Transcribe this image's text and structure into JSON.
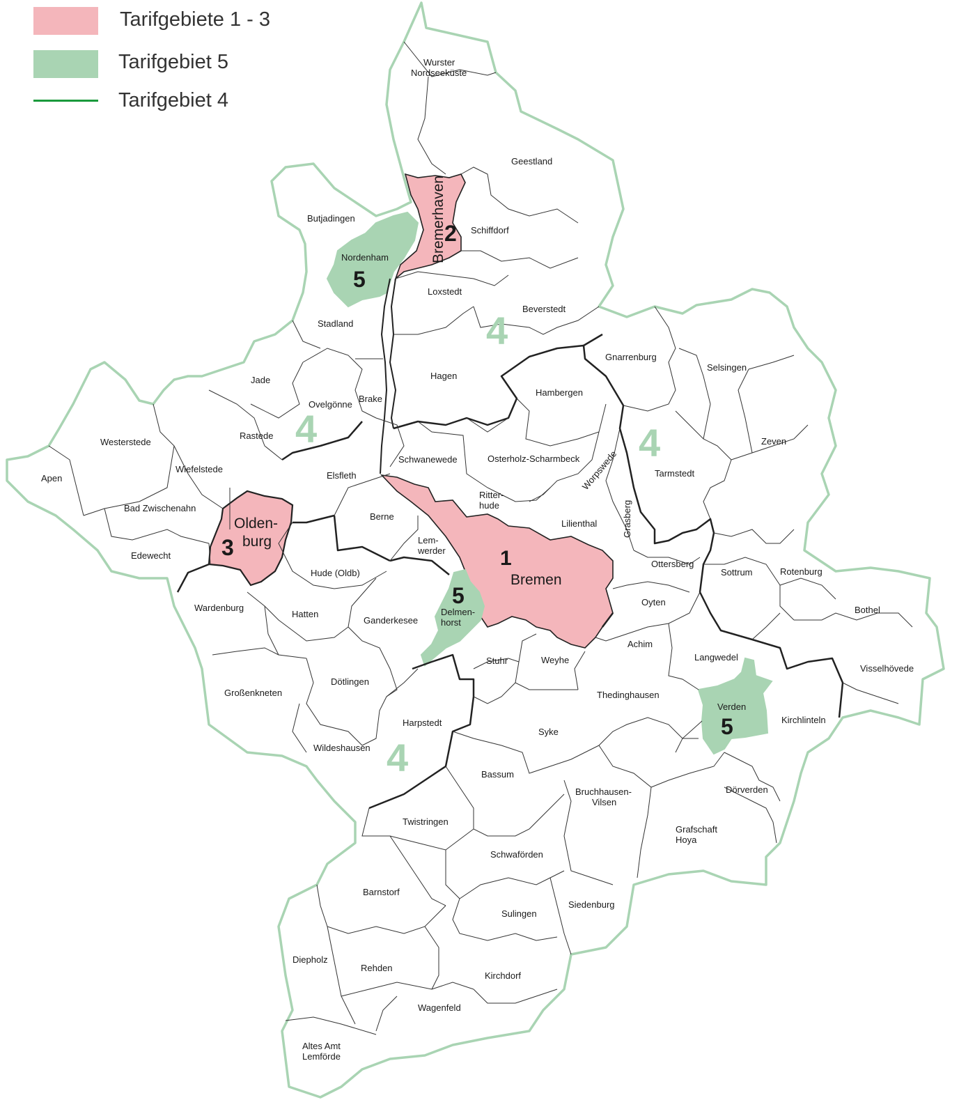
{
  "legend": {
    "items": [
      {
        "label": "Tarifgebiete 1 - 3",
        "color": "#f4b6bb",
        "kind": "fill"
      },
      {
        "label": "Tarifgebiet 5",
        "color": "#a9d4b3",
        "kind": "fill"
      },
      {
        "label": "Tarifgebiet 4",
        "color": "#1a9a3c",
        "kind": "line"
      }
    ]
  },
  "colors": {
    "outer_border": "#a9d4b3",
    "zone_pink": "#f4b6bb",
    "zone_green": "#a9d4b3",
    "zone4_number": "#a9d4b3",
    "district_line": "#222222"
  },
  "zone_numbers": {
    "bremen": "1",
    "bremerhaven": "2",
    "oldenburg": "3",
    "zone4": "4",
    "zone5": "5"
  },
  "cities": {
    "bremen": "Bremen",
    "bremerhaven": "Bremerhaven",
    "oldenburg_1": "Olden-",
    "oldenburg_2": "burg",
    "nordenham": "Nordenham",
    "delmenhorst_1": "Delmen-",
    "delmenhorst_2": "horst",
    "verden": "Verden"
  },
  "municipalities": {
    "wurster_1": "Wurster",
    "wurster_2": "Nordseeküste",
    "geestland": "Geestland",
    "schiffdorf": "Schiffdorf",
    "butjadingen": "Butjadingen",
    "loxstedt": "Loxstedt",
    "beverstedt": "Beverstedt",
    "stadland": "Stadland",
    "gnarrenburg": "Gnarrenburg",
    "selsingen": "Selsingen",
    "hagen": "Hagen",
    "jade": "Jade",
    "hambergen": "Hambergen",
    "ovelgoenne": "Ovelgönne",
    "brake": "Brake",
    "westerstede": "Westerstede",
    "rastede": "Rastede",
    "zeven": "Zeven",
    "schwanewede": "Schwanewede",
    "osterholz": "Osterholz-Scharmbeck",
    "worpswede": "Worpswede",
    "wiefelstede": "Wiefelstede",
    "tarmstedt": "Tarmstedt",
    "apen": "Apen",
    "elsfleth": "Elsfleth",
    "ritterhude_1": "Ritter-",
    "ritterhude_2": "hude",
    "grasberg": "Grasberg",
    "bad_zwischenahn": "Bad Zwischenahn",
    "berne": "Berne",
    "lilienthal": "Lilienthal",
    "lemwerder_1": "Lem-",
    "lemwerder_2": "werder",
    "edewecht": "Edewecht",
    "ottersberg": "Ottersberg",
    "hude": "Hude (Oldb)",
    "sottrum": "Sottrum",
    "rotenburg": "Rotenburg",
    "oyten": "Oyten",
    "bothel": "Bothel",
    "wardenburg": "Wardenburg",
    "hatten": "Hatten",
    "ganderkesee": "Ganderkesee",
    "achim": "Achim",
    "stuhr": "Stuhr",
    "weyhe": "Weyhe",
    "langwedel": "Langwedel",
    "visselhoevede": "Visselhövede",
    "doetlingen": "Dötlingen",
    "grossenkneten": "Großenkneten",
    "thedinghausen": "Thedinghausen",
    "harpstedt": "Harpstedt",
    "kirchlinteln": "Kirchlinteln",
    "syke": "Syke",
    "wildeshausen": "Wildeshausen",
    "bassum": "Bassum",
    "bruchhausen_1": "Bruchhausen-",
    "bruchhausen_2": "Vilsen",
    "doerverden": "Dörverden",
    "twistringen": "Twistringen",
    "grafschaft_1": "Grafschaft",
    "grafschaft_2": "Hoya",
    "schwafoerden": "Schwaförden",
    "barnstorf": "Barnstorf",
    "siedenburg": "Siedenburg",
    "sulingen": "Sulingen",
    "diepholz": "Diepholz",
    "rehden": "Rehden",
    "kirchdorf": "Kirchdorf",
    "wagenfeld": "Wagenfeld",
    "altes_amt_1": "Altes Amt",
    "altes_amt_2": "Lemförde"
  }
}
